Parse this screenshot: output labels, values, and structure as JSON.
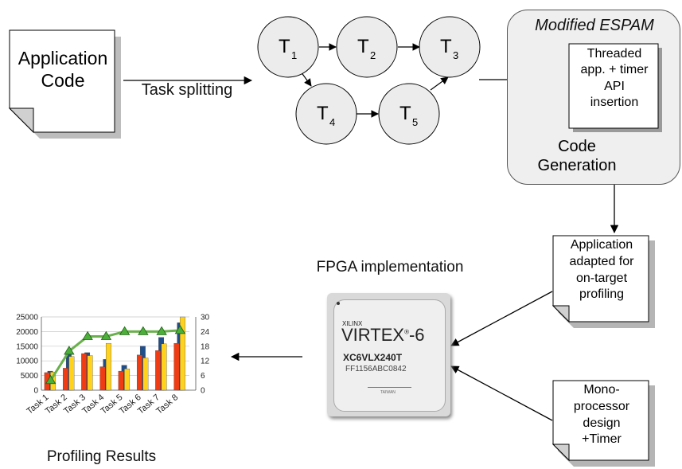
{
  "app_code": {
    "line1": "Application",
    "line2": "Code"
  },
  "task_splitting": "Task splitting",
  "tasks": {
    "t1": {
      "letter": "T",
      "sub": "1"
    },
    "t2": {
      "letter": "T",
      "sub": "2"
    },
    "t3": {
      "letter": "T",
      "sub": "3"
    },
    "t4": {
      "letter": "T",
      "sub": "4"
    },
    "t5": {
      "letter": "T",
      "sub": "5"
    }
  },
  "espam": {
    "title": "Modified ESPAM",
    "inner_lines": [
      "Threaded",
      "app. + timer",
      "API",
      "insertion"
    ],
    "code_gen": {
      "line1": "Code",
      "line2": "Generation"
    }
  },
  "adapted_app": {
    "lines": [
      "Application",
      "adapted for",
      "on-target",
      "profiling"
    ]
  },
  "mono": {
    "lines": [
      "Mono-",
      "processor",
      "design",
      "+Timer"
    ]
  },
  "fpga_label": "FPGA implementation",
  "chip": {
    "brand": "XILINX",
    "family": "VIRTEX",
    "family_suffix": "-6",
    "part": "XC6VLX240T",
    "code": "FF1156ABC0842",
    "origin": "TAIWAN"
  },
  "profiling_label": "Profiling Results",
  "chart_data": {
    "type": "bar",
    "categories": [
      "Task 1",
      "Task 2",
      "Task 3",
      "Task 4",
      "Task 5",
      "Task 6",
      "Task 7",
      "Task 8"
    ],
    "ylim_left": [
      0,
      25000
    ],
    "yticks_left": [
      "25000",
      "20000",
      "15000",
      "10000",
      "5000",
      "0"
    ],
    "ylim_right": [
      0,
      30
    ],
    "yticks_right": [
      "30",
      "24",
      "18",
      "12",
      "6",
      "0"
    ],
    "series": [
      {
        "values": [
          6500,
          12500,
          12800,
          10500,
          8500,
          15000,
          18000,
          23000
        ],
        "color": "#1f4e8c"
      },
      {
        "values": [
          6000,
          7500,
          12500,
          8000,
          6500,
          12000,
          13500,
          16000
        ],
        "color": "#f03c14"
      },
      {
        "values": [
          6200,
          11500,
          11800,
          16000,
          7300,
          11000,
          15800,
          25000
        ],
        "color": "#ffd21e"
      }
    ],
    "line_series": {
      "values": [
        4,
        16,
        22,
        22,
        24,
        24,
        24,
        24.5
      ],
      "color": "#6ab04c",
      "axis": "right"
    },
    "grid": true
  }
}
